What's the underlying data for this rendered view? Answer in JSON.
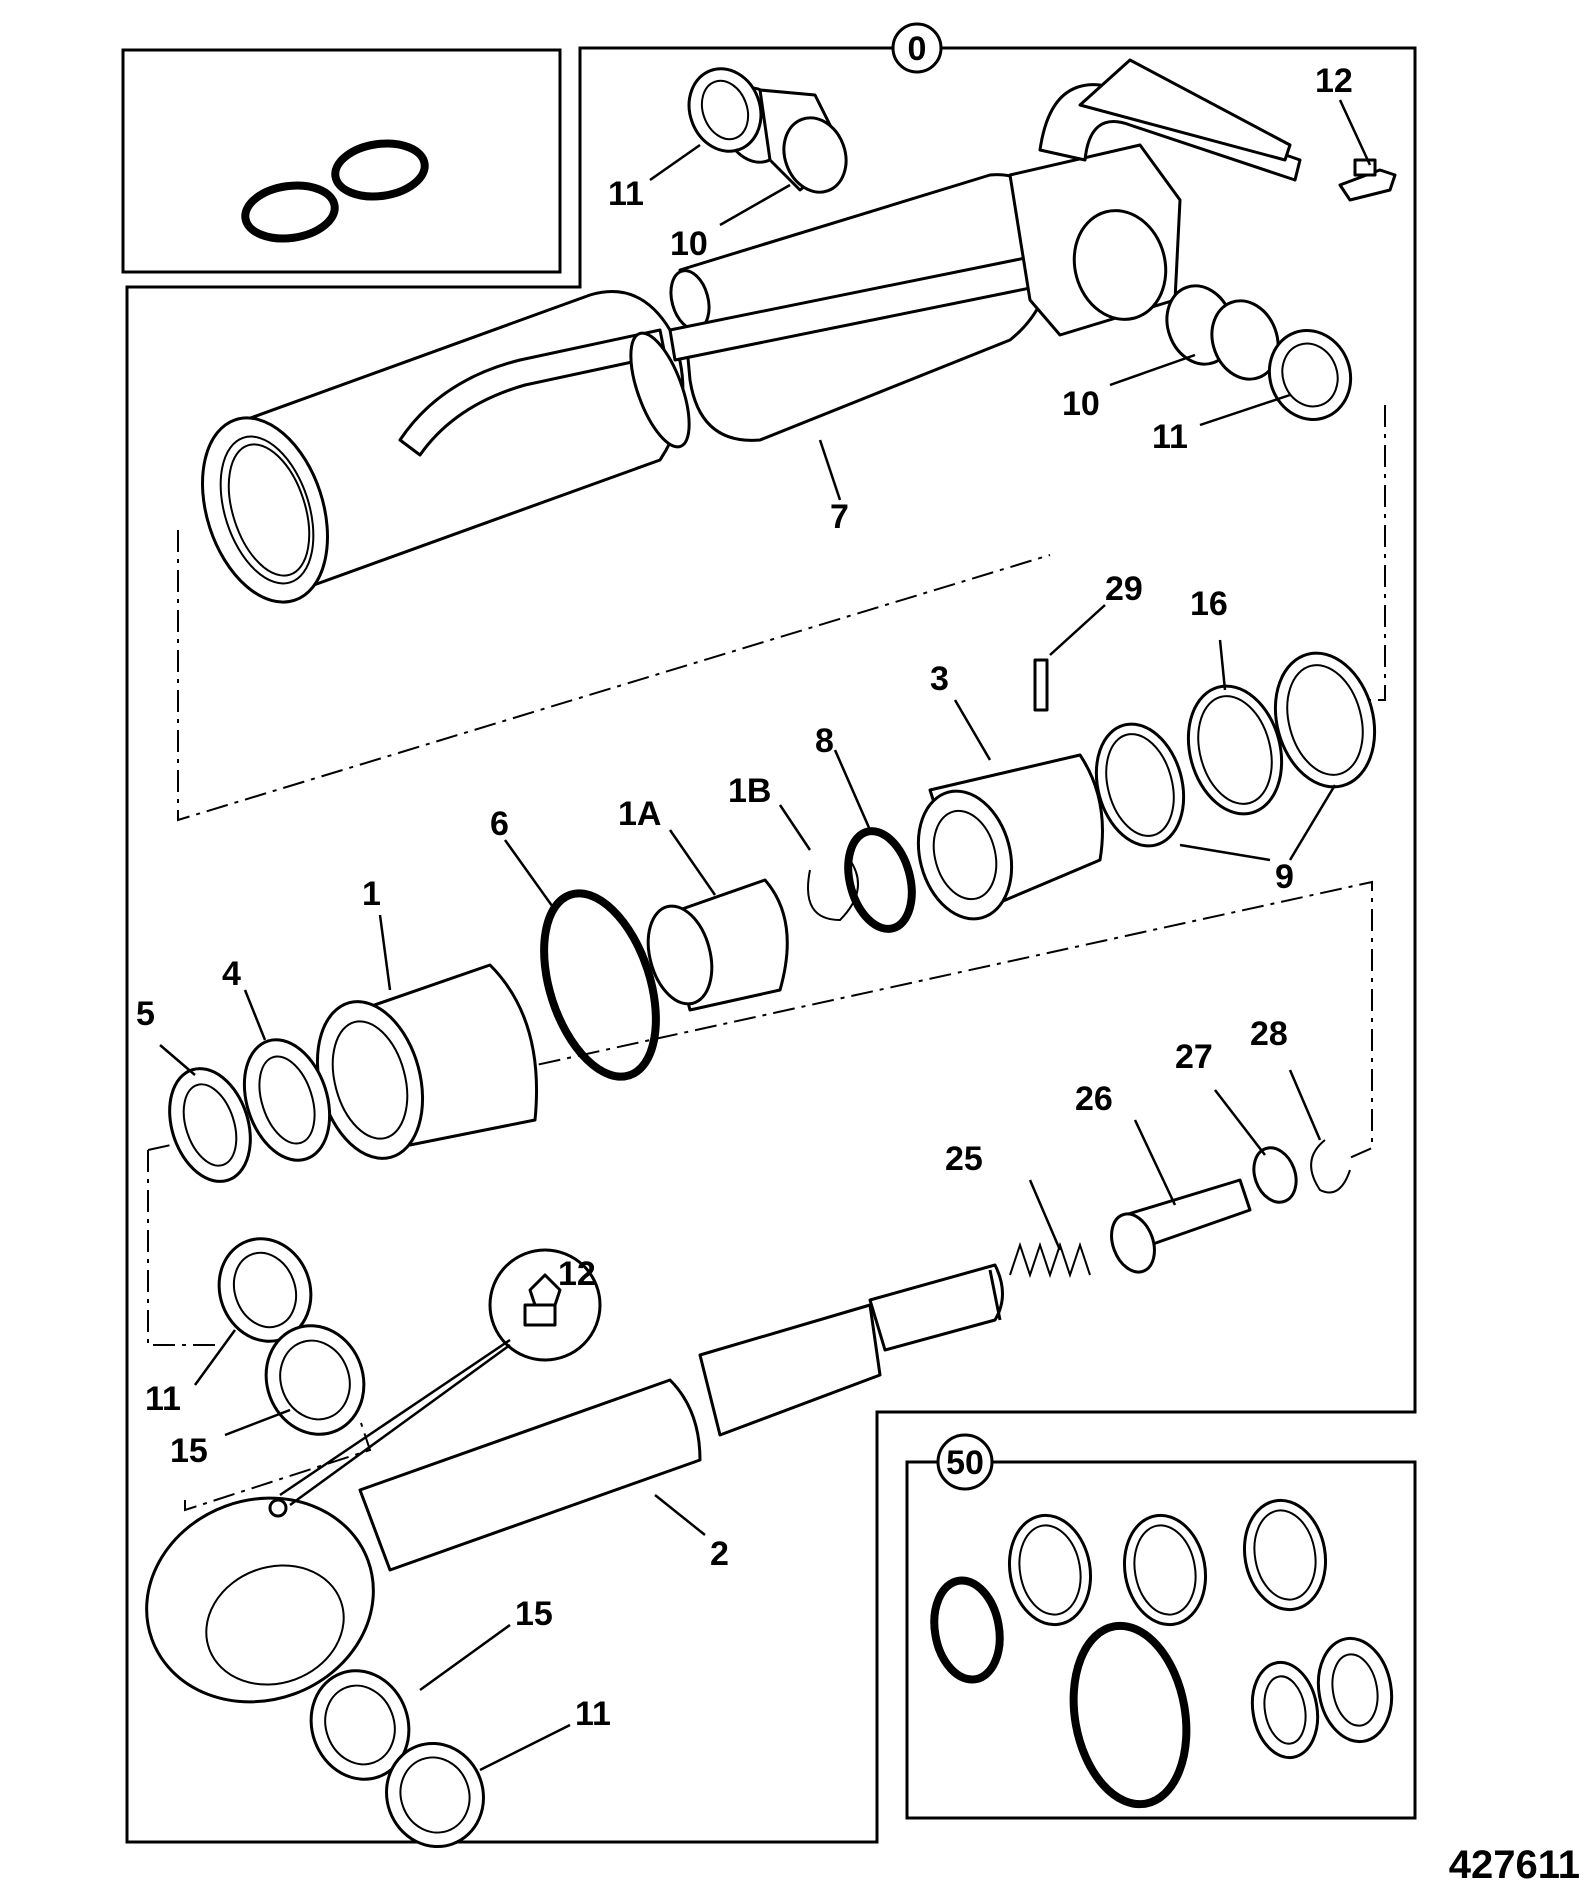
{
  "callouts": {
    "c0": "0",
    "c1": "1",
    "c1A": "1A",
    "c1B": "1B",
    "c2": "2",
    "c3": "3",
    "c4": "4",
    "c5": "5",
    "c6": "6",
    "c7": "7",
    "c8": "8",
    "c9": "9",
    "c10a": "10",
    "c10b": "10",
    "c11a": "11",
    "c11b": "11",
    "c11c": "11",
    "c11d": "11",
    "c12a": "12",
    "c12b": "12",
    "c15a": "15",
    "c15b": "15",
    "c16": "16",
    "c25": "25",
    "c26": "26",
    "c27": "27",
    "c28": "28",
    "c29": "29",
    "c50": "50"
  },
  "figure_number": "427611"
}
